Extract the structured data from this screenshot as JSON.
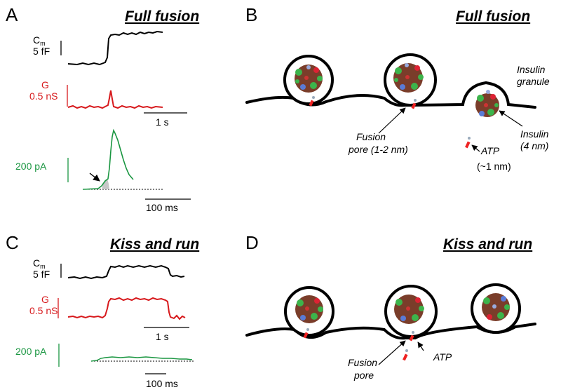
{
  "panels": {
    "A": {
      "letter": "A",
      "title": "Full fusion"
    },
    "B": {
      "letter": "B",
      "title": "Full fusion"
    },
    "C": {
      "letter": "C",
      "title": "Kiss and run"
    },
    "D": {
      "letter": "D",
      "title": "Kiss and run"
    }
  },
  "scales": {
    "cm_letter": "C",
    "cm_sub": "m",
    "cap": "5 fF",
    "cond_letter": "G",
    "cond": "0.5 nS",
    "time_long": "1 s",
    "current": "200 pA",
    "time_short": "100 ms"
  },
  "labels_B": {
    "fusion_pore": "Fusion",
    "fusion_pore_2": "pore (1-2 nm)",
    "insulin_granule": "Insulin",
    "insulin_granule_2": "granule",
    "insulin": "Insulin",
    "insulin_2": "(4 nm)",
    "atp": "ATP",
    "atp_size": "(~1 nm)"
  },
  "labels_D": {
    "fusion_pore": "Fusion",
    "fusion_pore_2": "pore",
    "atp": "ATP"
  },
  "colors": {
    "capacitance": "#000000",
    "conductance": "#d7191c",
    "current": "#1a9641",
    "shade": "#c8c8c8"
  }
}
